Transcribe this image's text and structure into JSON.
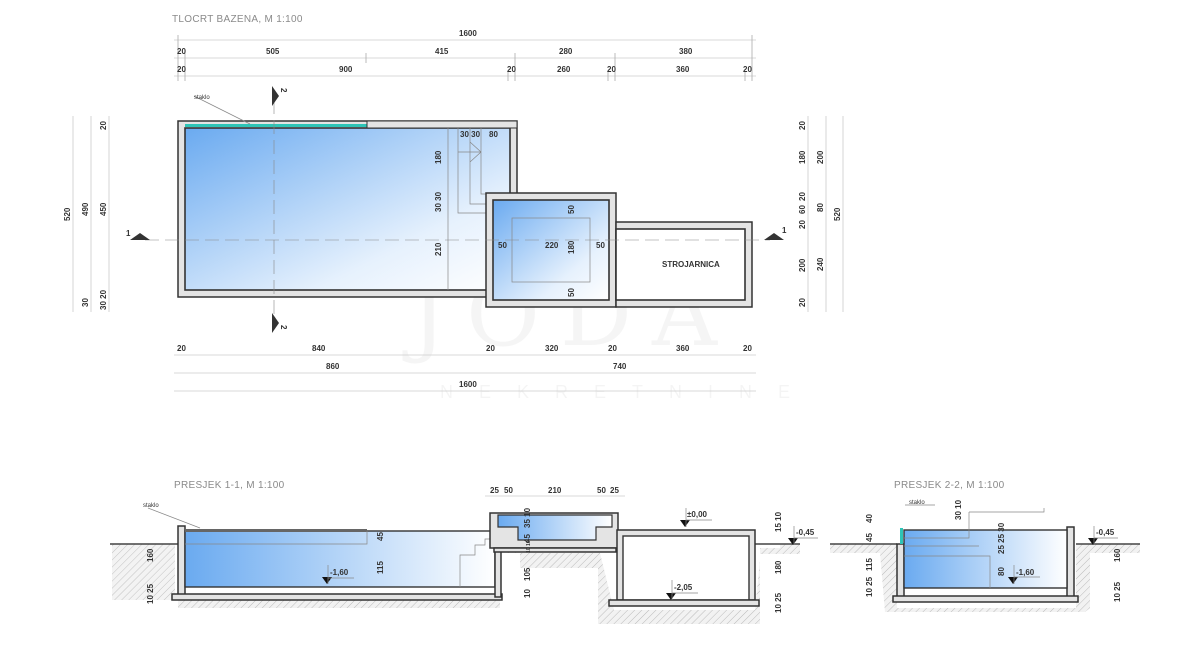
{
  "watermark": {
    "logo": "JODA",
    "sub": "NEKRETNINE"
  },
  "colors": {
    "water_deep": "#6aaaf0",
    "water_light": "#ffffff",
    "glass": "#2ec4b6",
    "wall": "#e4e4e4"
  },
  "plan": {
    "title": "TLOCRT BAZENA, M 1:100",
    "top_total": "1600",
    "top_row1": [
      "20",
      "505",
      "415",
      "280",
      "380"
    ],
    "top_row2": [
      "20",
      "900",
      "20",
      "260",
      "20",
      "360",
      "20"
    ],
    "bottom_row1": [
      "20",
      "840",
      "20",
      "320",
      "20",
      "360",
      "20"
    ],
    "bottom_row2": [
      "860",
      "740"
    ],
    "bottom_total": "1600",
    "left_dims": {
      "total": "520",
      "mid": "490",
      "inner": "450",
      "top": "20",
      "bottom_a": "30",
      "bottom_b": "30 20"
    },
    "right_dims": {
      "c1": [
        "20",
        "180",
        "20",
        "60",
        "20",
        "200",
        "20"
      ],
      "c2": [
        "200",
        "80",
        "240"
      ],
      "total": "520"
    },
    "stairs_dims": {
      "top": "30 30",
      "top2": "80",
      "v1": "180",
      "v2": "30 30",
      "v3": "210"
    },
    "small_pool_dims": {
      "top": "50",
      "left": "50",
      "width": "220",
      "depth": "180",
      "right": "50",
      "bottom": "50"
    },
    "glass_label": "staklo",
    "machine_room": "STROJARNICA",
    "section_marks": [
      "1",
      "1",
      "2",
      "2"
    ]
  },
  "section1": {
    "title": "PRESJEK 1-1, M 1:100",
    "glass_label": "staklo",
    "top_dims": [
      "25",
      "50",
      "210",
      "50",
      "25"
    ],
    "left_dims": [
      "160",
      "10 25"
    ],
    "pool_dims": [
      "45",
      "115"
    ],
    "small_dims": [
      "35 10",
      "45",
      "10 10",
      "105",
      "10"
    ],
    "right_dims": [
      "15 10",
      "180",
      "10 25"
    ],
    "levels": {
      "pool_floor": "-1,60",
      "zero": "±0,00",
      "ground": "-0,45",
      "room_floor": "-2,05"
    }
  },
  "section2": {
    "title": "PRESJEK 2-2, M 1:100",
    "glass_label": "staklo",
    "left_dims": [
      "40",
      "45",
      "115",
      "10 25"
    ],
    "stair_dims": [
      "30 10",
      "25 25 30",
      "80"
    ],
    "right_dims": [
      "160",
      "10 25"
    ],
    "levels": {
      "pool_floor": "-1,60",
      "ground": "-0,45"
    }
  }
}
